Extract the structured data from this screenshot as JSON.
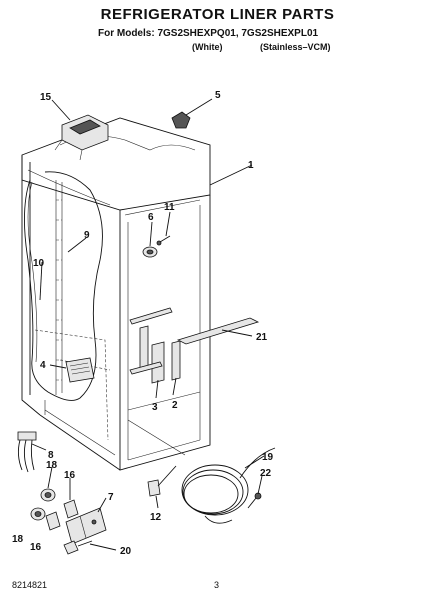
{
  "header": {
    "title": "REFRIGERATOR LINER PARTS",
    "models": "For Models: 7GS2SHEXPQ01, 7GS2SHEXPL01",
    "variant_white": "(White)",
    "variant_stainless": "(Stainless–VCM)"
  },
  "callouts": {
    "c1": "1",
    "c2": "2",
    "c3": "3",
    "c4": "4",
    "c5": "5",
    "c6": "6",
    "c7": "7",
    "c8": "8",
    "c9": "9",
    "c10": "10",
    "c11": "11",
    "c12": "12",
    "c15": "15",
    "c16a": "16",
    "c16b": "16",
    "c18a": "18",
    "c18b": "18",
    "c19": "19",
    "c20": "20",
    "c21": "21",
    "c22": "22"
  },
  "footer": {
    "doc_number": "8214821",
    "page": "3"
  }
}
